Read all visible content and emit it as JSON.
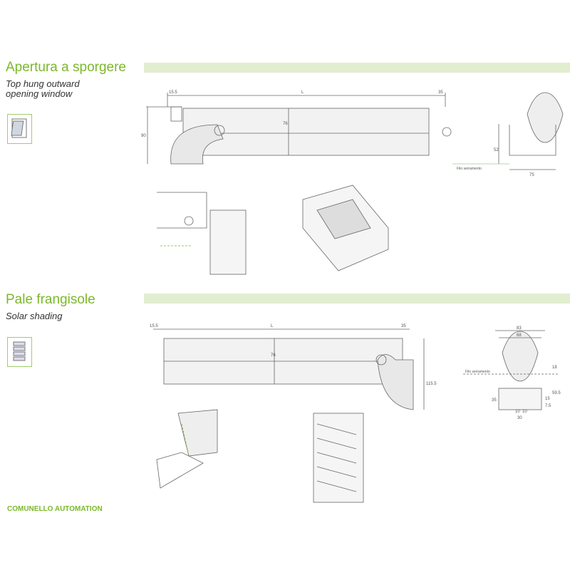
{
  "section1": {
    "title": "Apertura a sporgere",
    "subtitle_line1": "Top hung outward",
    "subtitle_line2": "opening window",
    "dims": {
      "left": "15.5",
      "length": "L",
      "right": "35",
      "height": "90",
      "mid": "76",
      "side_h": "52",
      "side_w": "75",
      "filo": "Filo serramento"
    }
  },
  "section2": {
    "title": "Pale frangisole",
    "subtitle": "Solar shading",
    "dims": {
      "left": "15.5",
      "length": "L",
      "right": "35",
      "height": "115.5",
      "mid": "76",
      "w83": "83",
      "w68": "68",
      "d18": "18",
      "d59": "59.5",
      "d35": "35",
      "d15": "15",
      "d7": "7.5",
      "d10a": "10",
      "d10b": "10",
      "d30": "30",
      "filo": "Filo serramento"
    }
  },
  "footer": "COMUNELLO AUTOMATION",
  "colors": {
    "accent": "#7ab929",
    "band": "#e2eed0"
  }
}
